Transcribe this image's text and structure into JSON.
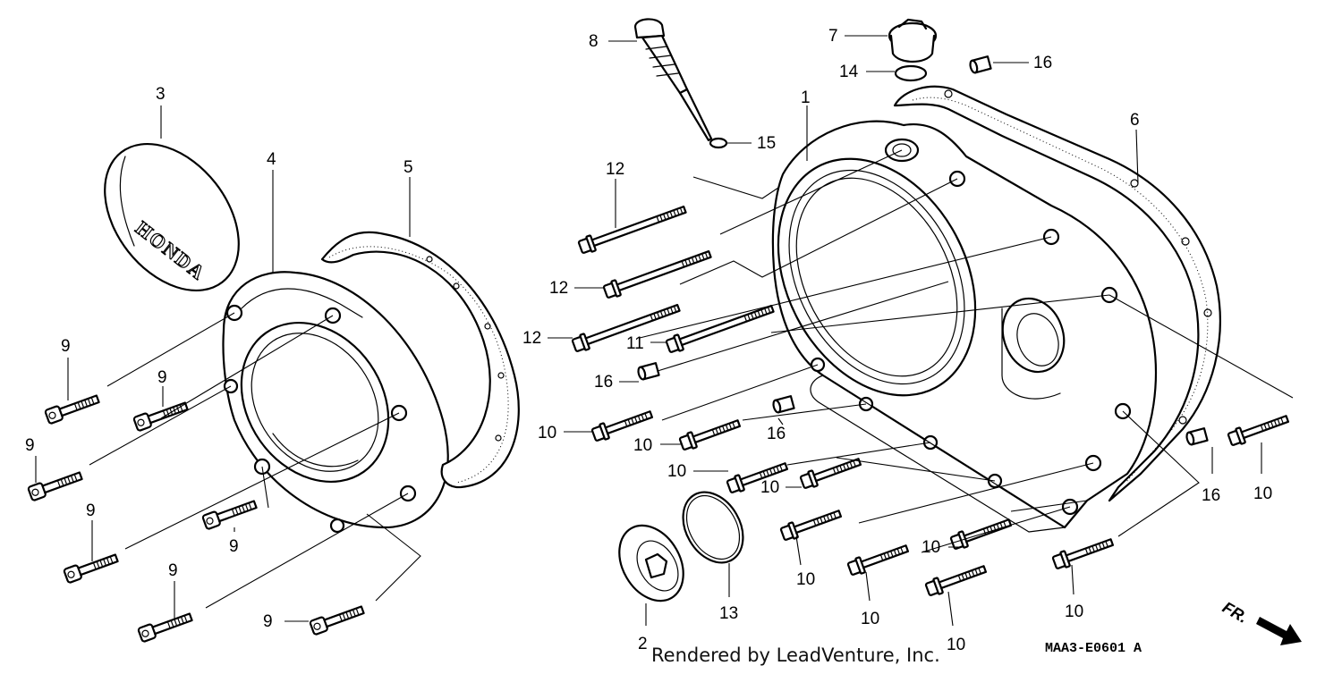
{
  "diagram": {
    "parts": [
      {
        "id": "part-1",
        "label": "1"
      },
      {
        "id": "part-2",
        "label": "2"
      },
      {
        "id": "part-3",
        "label": "3"
      },
      {
        "id": "part-4",
        "label": "4"
      },
      {
        "id": "part-5",
        "label": "5"
      },
      {
        "id": "part-6",
        "label": "6"
      },
      {
        "id": "part-7",
        "label": "7"
      },
      {
        "id": "part-8",
        "label": "8"
      },
      {
        "id": "part-9",
        "label": "9"
      },
      {
        "id": "part-10",
        "label": "10"
      },
      {
        "id": "part-11",
        "label": "11"
      },
      {
        "id": "part-12",
        "label": "12"
      },
      {
        "id": "part-13",
        "label": "13"
      },
      {
        "id": "part-14",
        "label": "14"
      },
      {
        "id": "part-15",
        "label": "15"
      },
      {
        "id": "part-16",
        "label": "16"
      }
    ],
    "cover_logo_text": "HONDA",
    "diagram_code": "MAA3-E0601 A",
    "direction_label": "FR.",
    "footer_text": "Rendered by LeadVenture, Inc."
  },
  "colors": {
    "ink": "#000000",
    "background": "#ffffff"
  }
}
